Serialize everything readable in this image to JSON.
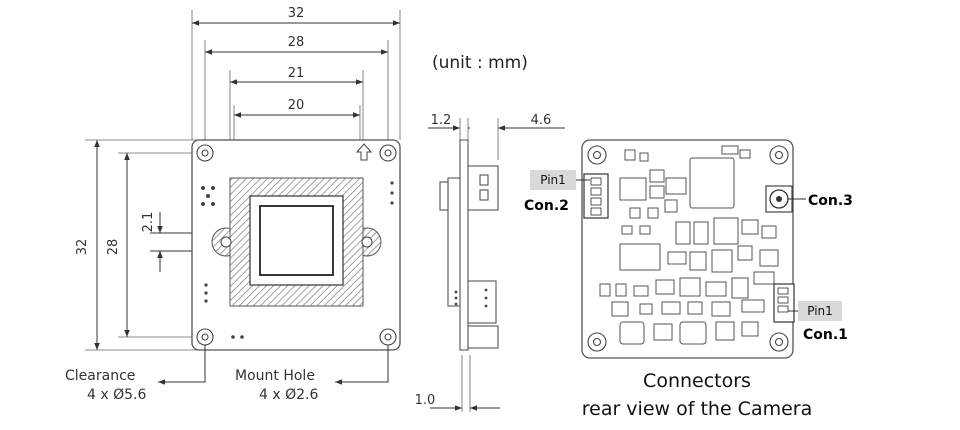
{
  "unit_note": "(unit : mm)",
  "front_view": {
    "dimensions": {
      "width_outer": "32",
      "width_hole_pitch": "28",
      "width_frame": "21",
      "width_sensor_window": "20",
      "height_outer": "32",
      "height_hole_pitch": "28",
      "offset_small": "2.1"
    },
    "clearance": {
      "label": "Clearance",
      "spec": "4 x Ø5.6"
    },
    "mount_hole": {
      "label": "Mount Hole",
      "spec": "4 x Ø2.6"
    }
  },
  "side_view": {
    "dimensions": {
      "board_thickness": "1.2",
      "connector_height": "4.6",
      "bottom_offset": "1.0"
    }
  },
  "rear_view": {
    "connectors": [
      {
        "id": "con2",
        "label": "Con.2",
        "pin": "Pin1"
      },
      {
        "id": "con3",
        "label": "Con.3"
      },
      {
        "id": "con1",
        "label": "Con.1",
        "pin": "Pin1"
      }
    ],
    "caption_line1": "Connectors",
    "caption_line2": "rear view of the Camera"
  },
  "colors": {
    "line": "#333333",
    "board_outline": "#555555",
    "hatch": "#8a8a8a",
    "pin_tag_bg": "#d9d9d9"
  }
}
